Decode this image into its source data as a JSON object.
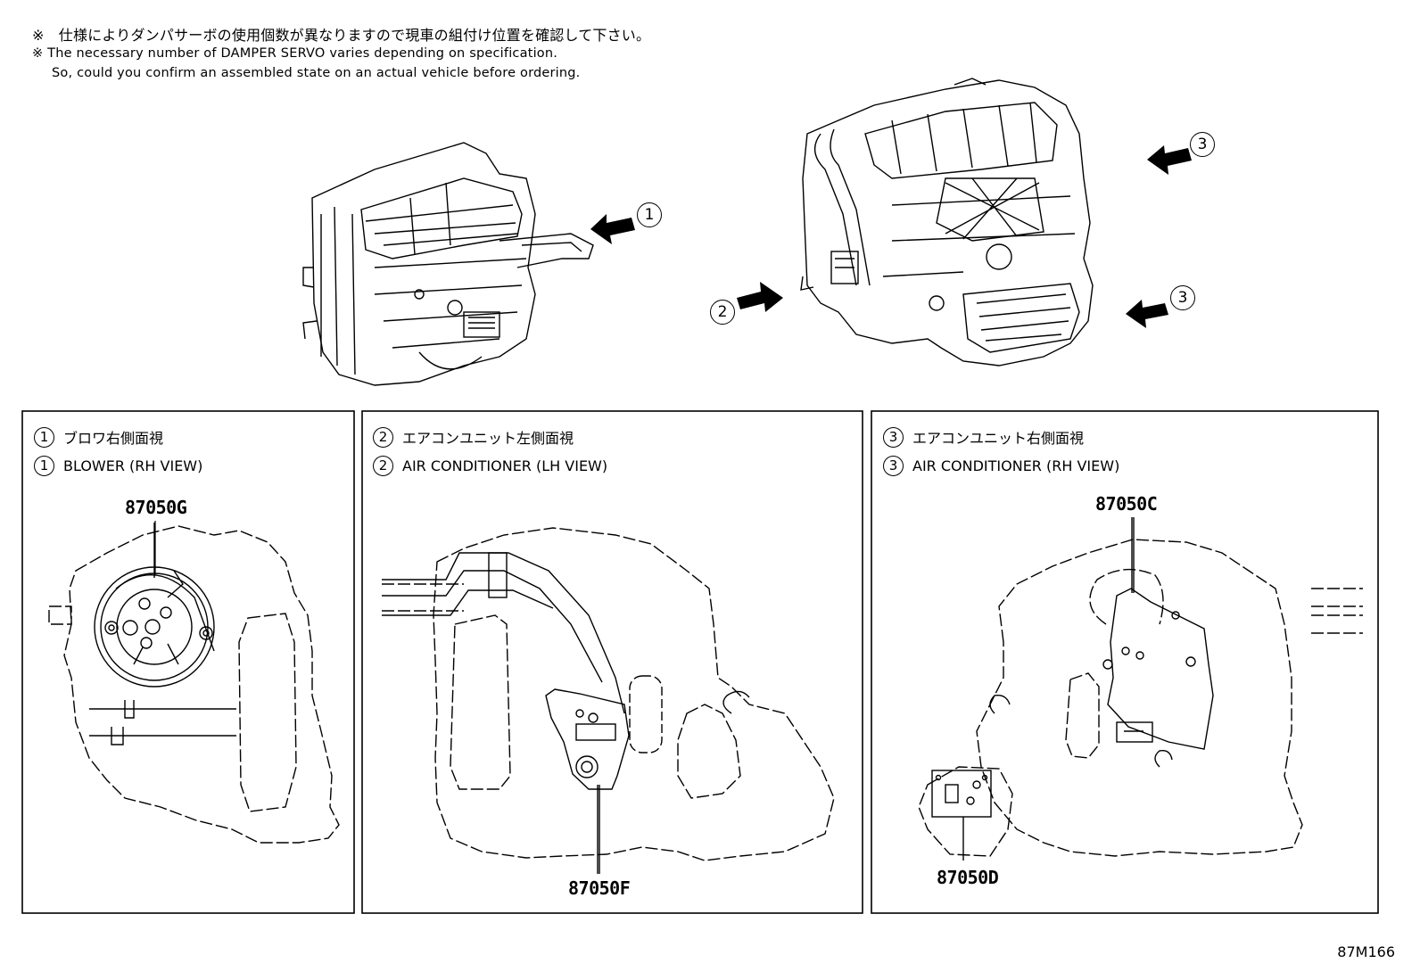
{
  "notes": {
    "ja": "※　仕様によりダンパサーボの使用個数が異なりますので現車の組付け位置を確認して下さい。",
    "en_line1": "※ The necessary number of DAMPER SERVO varies depending on specification.",
    "en_line2": "So, could you confirm an assembled state on an actual vehicle before ordering."
  },
  "callouts": {
    "one": "1",
    "two": "2",
    "three_top": "3",
    "three_bottom": "3"
  },
  "panels": [
    {
      "num": "1",
      "title_ja": "ブロワ右側面視",
      "title_en": "BLOWER (RH VIEW)",
      "parts": [
        "87050G"
      ]
    },
    {
      "num": "2",
      "title_ja": "エアコンユニット左側面視",
      "title_en": "AIR CONDITIONER (LH VIEW)",
      "parts": [
        "87050F"
      ]
    },
    {
      "num": "3",
      "title_ja": "エアコンユニット右側面視",
      "title_en": "AIR CONDITIONER (RH VIEW)",
      "parts": [
        "87050C",
        "87050D"
      ]
    }
  ],
  "reference": "87M166"
}
